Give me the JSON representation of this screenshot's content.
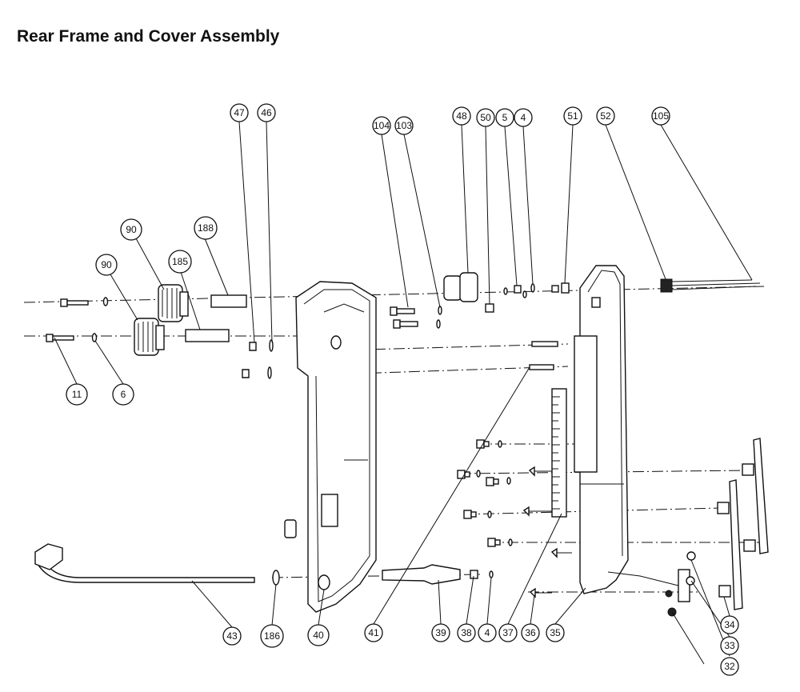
{
  "title": "Rear Frame and Cover Assembly",
  "colors": {
    "ink": "#111111",
    "background": "#ffffff"
  },
  "callouts": [
    {
      "key": "c47",
      "label": "47"
    },
    {
      "key": "c46",
      "label": "46"
    },
    {
      "key": "c104",
      "label": "104"
    },
    {
      "key": "c103",
      "label": "103"
    },
    {
      "key": "c48",
      "label": "48"
    },
    {
      "key": "c50",
      "label": "50"
    },
    {
      "key": "c5",
      "label": "5"
    },
    {
      "key": "c4a",
      "label": "4"
    },
    {
      "key": "c51",
      "label": "51"
    },
    {
      "key": "c52",
      "label": "52"
    },
    {
      "key": "c105",
      "label": "105"
    },
    {
      "key": "c90a",
      "label": "90"
    },
    {
      "key": "c188",
      "label": "188"
    },
    {
      "key": "c90b",
      "label": "90"
    },
    {
      "key": "c185",
      "label": "185"
    },
    {
      "key": "c11",
      "label": "11"
    },
    {
      "key": "c6",
      "label": "6"
    },
    {
      "key": "c43",
      "label": "43"
    },
    {
      "key": "c186",
      "label": "186"
    },
    {
      "key": "c40",
      "label": "40"
    },
    {
      "key": "c41",
      "label": "41"
    },
    {
      "key": "c39",
      "label": "39"
    },
    {
      "key": "c38",
      "label": "38"
    },
    {
      "key": "c4b",
      "label": "4"
    },
    {
      "key": "c37",
      "label": "37"
    },
    {
      "key": "c36",
      "label": "36"
    },
    {
      "key": "c35",
      "label": "35"
    },
    {
      "key": "c34",
      "label": "34"
    },
    {
      "key": "c33",
      "label": "33"
    },
    {
      "key": "c32",
      "label": "32"
    }
  ]
}
